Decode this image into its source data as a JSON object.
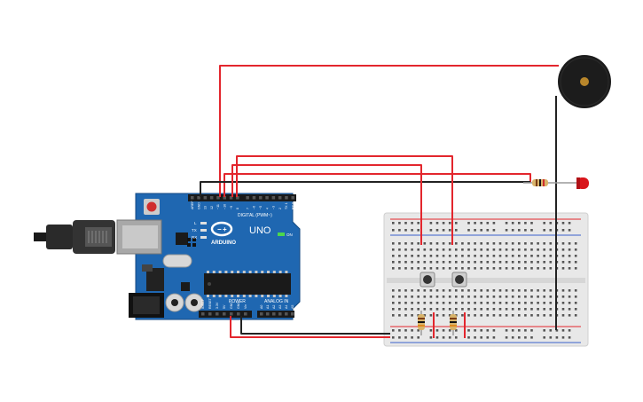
{
  "arduino": {
    "brand": "ARDUINO",
    "model": "UNO",
    "digital_header_label": "DIGITAL (PWM~)",
    "power_header_label": "POWER",
    "analog_header_label": "ANALOG IN",
    "on_led_label": "ON",
    "tx_label": "TX",
    "rx_label": "RX",
    "l_label": "L",
    "digital_pins": [
      "AREF",
      "GND",
      "13",
      "12",
      "~11",
      "~10",
      "~9",
      "8",
      "7",
      "~6",
      "~5",
      "4",
      "~3",
      "2",
      "TX 1",
      "RX 0"
    ],
    "power_pins": [
      "IOREF",
      "RESET",
      "3.3V",
      "5V",
      "GND",
      "GND",
      "Vin"
    ],
    "analog_pins": [
      "A0",
      "A1",
      "A2",
      "A3",
      "A4",
      "A5"
    ]
  },
  "colors": {
    "board": "#1f67b1",
    "wire_red": "#e3262d",
    "wire_black": "#222222",
    "breadboard": "#e8e8e8",
    "rail_red": "#e3262d",
    "rail_blue": "#3a5fcd",
    "led_red": "#d9151b",
    "buzzer": "#1c1c1c",
    "button_cap": "#333333"
  },
  "components": {
    "buzzer_icon": "piezo-buzzer",
    "led_icon": "red-led",
    "resistor_icon": "resistor",
    "pushbutton_icon": "pushbutton"
  }
}
